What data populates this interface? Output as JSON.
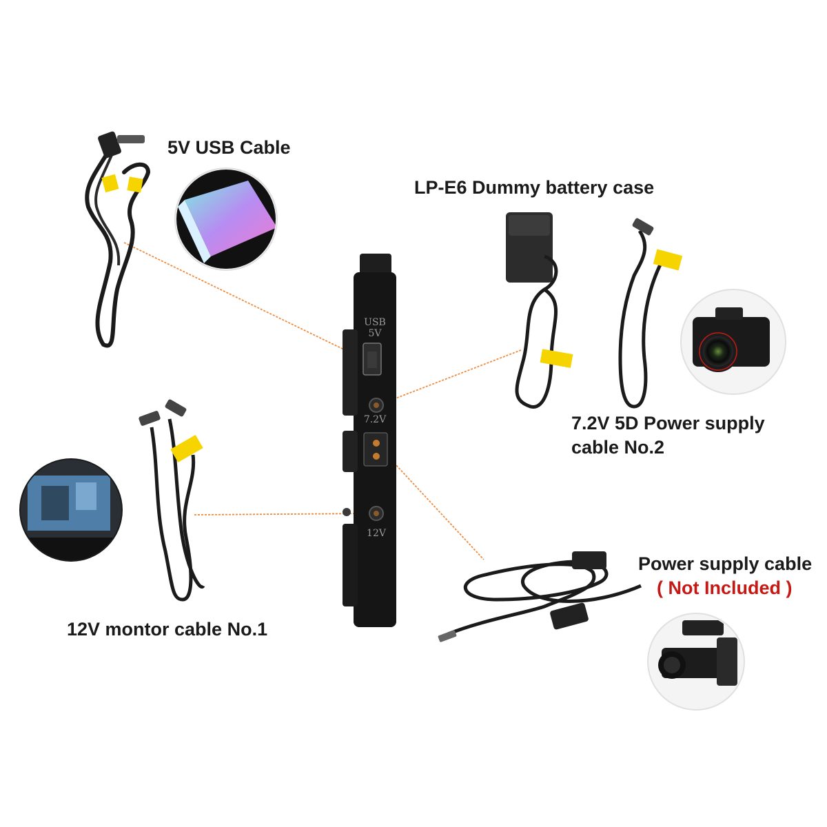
{
  "labels": {
    "usb_cable": "5V USB Cable",
    "dummy_battery": "LP-E6 Dummy battery case",
    "power_5d_line1": "7.2V 5D Power supply",
    "power_5d_line2": "cable No.2",
    "monitor_cable": "12V montor cable No.1",
    "power_supply": "Power supply cable",
    "not_included": "( Not Included )"
  },
  "plate": {
    "usb_top": "USB",
    "usb_bottom": "5V",
    "port_72": "7.2V",
    "port_12": "12V"
  },
  "colors": {
    "connector_line": "#f08a3c",
    "not_included_text": "#c41a16",
    "cable": "#1b1b1b",
    "tag": "#f5d400"
  },
  "icons": [
    "phone-icon",
    "dslr-camera-icon",
    "monitor-screen-icon",
    "camcorder-icon"
  ]
}
